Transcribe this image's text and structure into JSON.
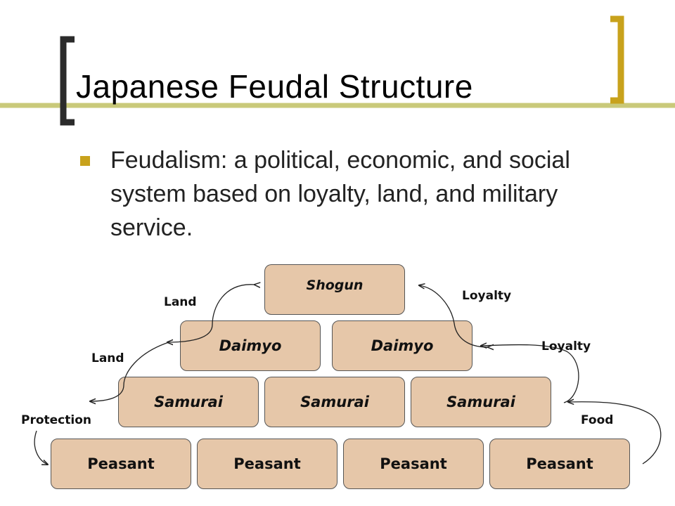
{
  "slide": {
    "title": "Japanese Feudal Structure",
    "bullet": "Feudalism: a political, economic, and social system based on loyalty, land, and military service."
  },
  "colors": {
    "accent_gold": "#c8a21c",
    "bracket_dark": "#2b2b2b",
    "rule_line": "#c9c97a",
    "box_fill": "#e6c7a9",
    "box_border": "#555555"
  },
  "pyramid": {
    "shogun": "Shogun",
    "daimyo": [
      "Daimyo",
      "Daimyo"
    ],
    "samurai": [
      "Samurai",
      "Samurai",
      "Samurai"
    ],
    "peasant": [
      "Peasant",
      "Peasant",
      "Peasant",
      "Peasant"
    ]
  },
  "flow_labels": {
    "land_top": "Land",
    "land_mid": "Land",
    "protection": "Protection",
    "loyalty_top": "Loyalty",
    "loyalty_mid": "Loyalty",
    "food": "Food"
  }
}
